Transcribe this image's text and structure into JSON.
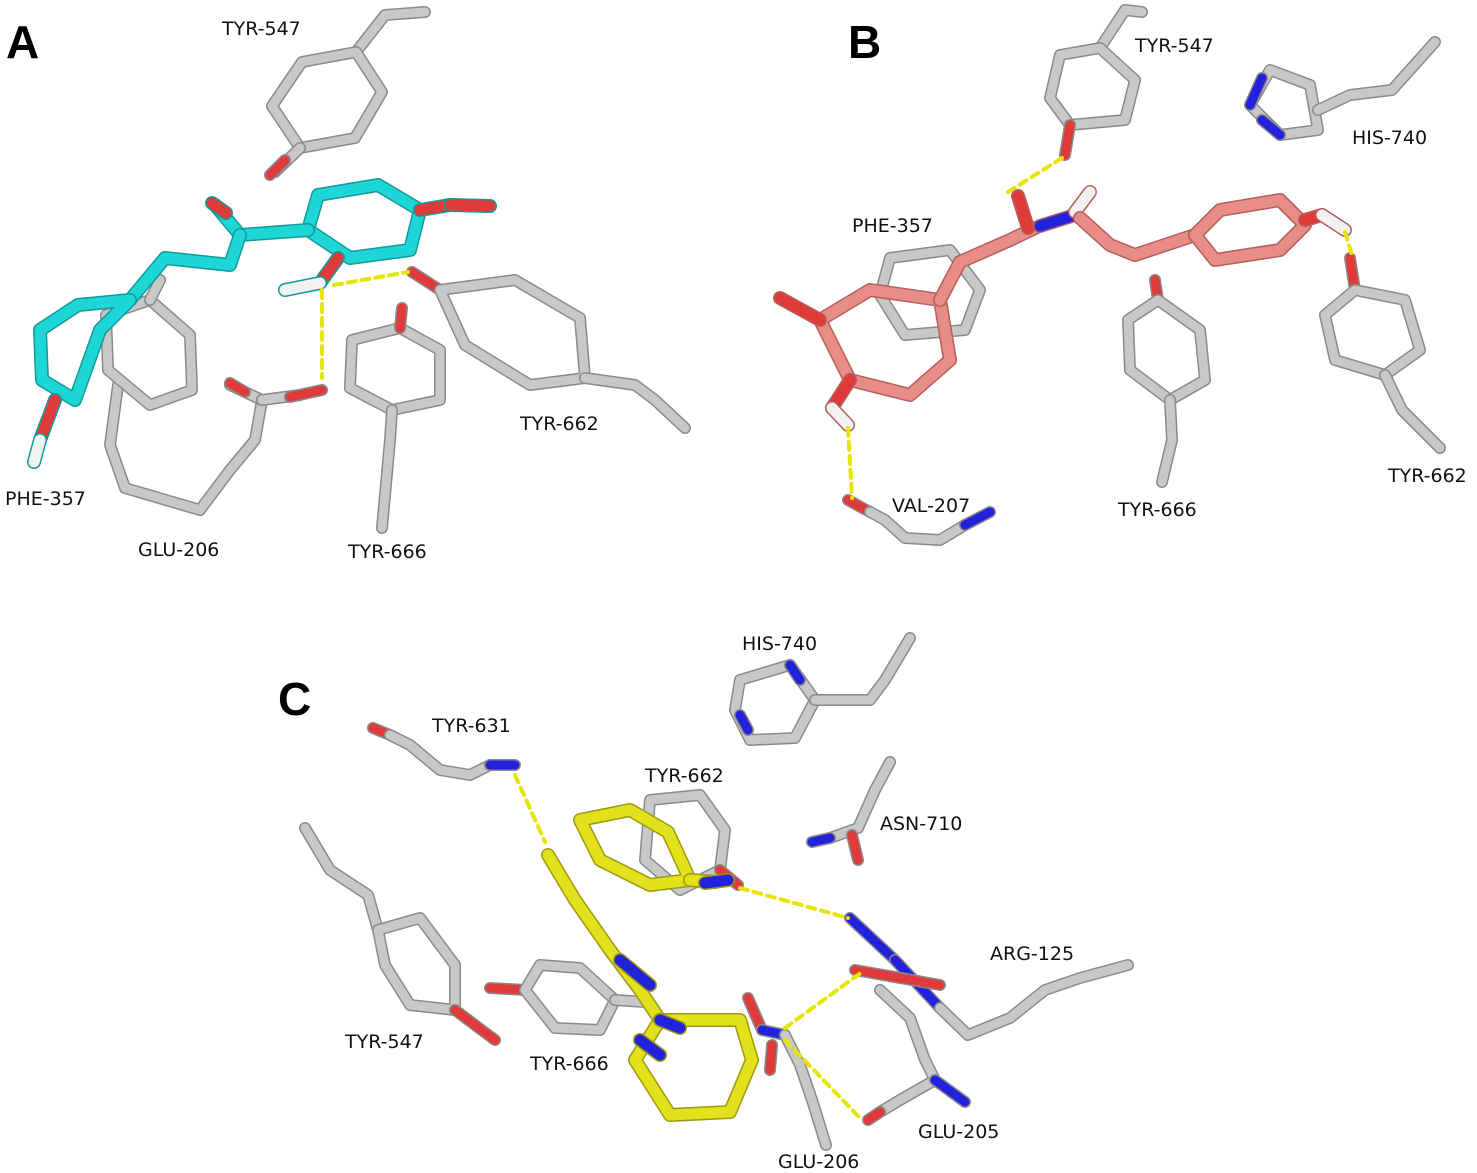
{
  "colors": {
    "protein": "#c8c8c8",
    "protein_edge": "#8a8a8a",
    "oxygen": "#e03b3b",
    "nitrogen": "#2222dd",
    "hydrogen": "#f2f2f2",
    "hbond": "#e6e600",
    "ligand_a": "#1fd6d6",
    "ligand_b": "#e88c87",
    "ligand_c": "#e3e01c"
  },
  "panels": [
    {
      "letter": "A",
      "labels": [
        "TYR-547",
        "PHE-357",
        "GLU-206",
        "TYR-666",
        "TYR-662"
      ]
    },
    {
      "letter": "B",
      "labels": [
        "TYR-547",
        "HIS-740",
        "PHE-357",
        "VAL-207",
        "TYR-666",
        "TYR-662"
      ]
    },
    {
      "letter": "C",
      "labels": [
        "HIS-740",
        "TYR-631",
        "TYR-662",
        "ASN-710",
        "ARG-125",
        "TYR-547",
        "TYR-666",
        "GLU-205",
        "GLU-206"
      ]
    }
  ]
}
